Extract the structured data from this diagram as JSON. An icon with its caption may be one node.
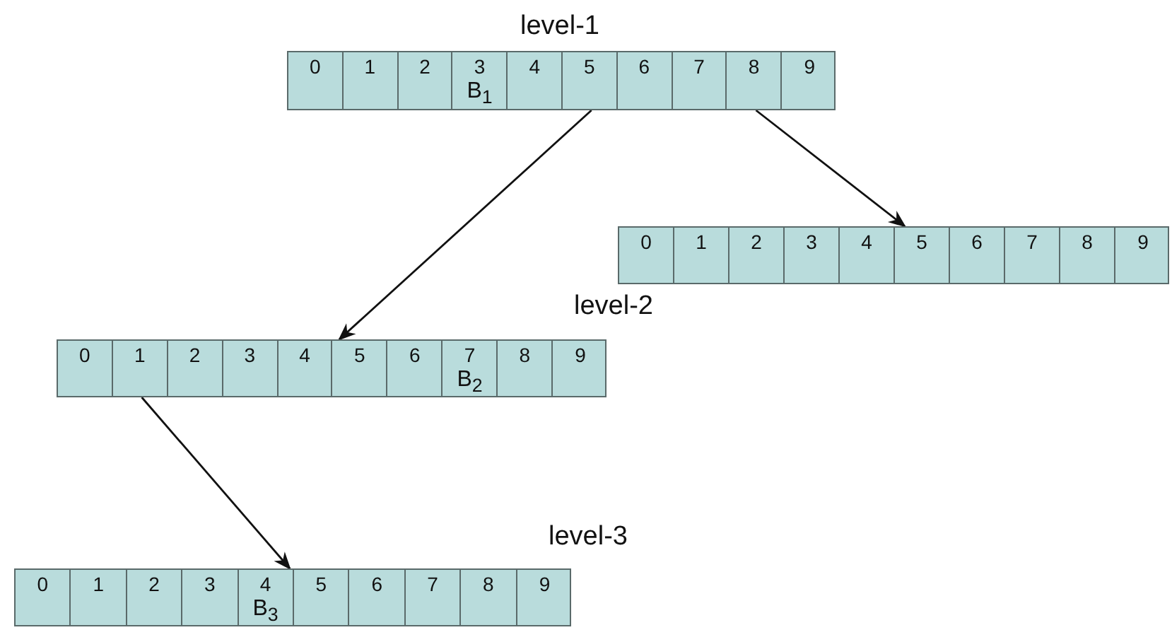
{
  "diagram": {
    "nodes": [
      {
        "text": [
          "level-1"
        ]
      },
      {
        "text": [
          "0"
        ],
        "in": 0
      },
      {
        "text": [
          "1"
        ],
        "in": 0
      },
      {
        "text": [
          "2"
        ],
        "in": 0
      },
      {
        "text": [
          "3",
          "B$_{1}$"
        ],
        "in": 0
      },
      {
        "text": [
          "4"
        ],
        "in": 0
      },
      {
        "text": [
          "5"
        ],
        "in": 0
      },
      {
        "text": [
          "6"
        ],
        "in": 0
      },
      {
        "text": [
          "7"
        ],
        "in": 0
      },
      {
        "text": [
          "8"
        ],
        "in": 0
      },
      {
        "text": [
          "9"
        ],
        "in": 0
      },
      {
        "text": [],
        "shape": "bar"
      },
      {
        "text": [
          "0"
        ],
        "in": 11
      },
      {
        "text": [
          "1"
        ],
        "in": 11
      },
      {
        "text": [
          "2"
        ],
        "in": 11
      },
      {
        "text": [
          "3"
        ],
        "in": 11
      },
      {
        "text": [
          "4"
        ],
        "in": 11
      },
      {
        "text": [
          "5"
        ],
        "in": 11
      },
      {
        "text": [
          "6"
        ],
        "in": 11
      },
      {
        "text": [
          "7"
        ],
        "in": 11
      },
      {
        "text": [
          "8"
        ],
        "in": 11
      },
      {
        "text": [
          "9"
        ],
        "in": 11
      },
      {
        "text": [
          "level-2"
        ]
      },
      {
        "text": [
          "0"
        ],
        "in": 22
      },
      {
        "text": [
          "1"
        ],
        "in": 22
      },
      {
        "text": [
          "2"
        ],
        "in": 22
      },
      {
        "text": [
          "3"
        ],
        "in": 22
      },
      {
        "text": [
          "4"
        ],
        "in": 22
      },
      {
        "text": [
          "5"
        ],
        "in": 22
      },
      {
        "text": [
          "6"
        ],
        "in": 22
      },
      {
        "text": [
          "7",
          "B$_{2}$"
        ],
        "in": 22
      },
      {
        "text": [
          "8"
        ],
        "in": 22
      },
      {
        "text": [
          "9"
        ],
        "in": 22
      },
      {
        "text": [
          "level-3"
        ]
      },
      {
        "text": [
          "0"
        ],
        "in": 33
      },
      {
        "text": [
          "1"
        ],
        "in": 33
      },
      {
        "text": [
          "2"
        ],
        "in": 33
      },
      {
        "text": [
          "3"
        ],
        "in": 33
      },
      {
        "text": [
          "4",
          "B$_{3}$"
        ],
        "in": 33
      },
      {
        "text": [
          "5"
        ],
        "in": 33
      },
      {
        "text": [
          "6"
        ],
        "in": 33
      },
      {
        "text": [
          "7"
        ],
        "in": 33
      },
      {
        "text": [
          "8"
        ],
        "in": 33
      },
      {
        "text": [
          "9"
        ],
        "in": 33
      }
    ],
    "edges": [
      {
        "from": 6,
        "to": 22,
        "arrow": "to"
      },
      {
        "from": 9,
        "to": 11,
        "arrow": "to"
      },
      {
        "from": 24,
        "to": 33,
        "arrow": "to"
      }
    ]
  }
}
